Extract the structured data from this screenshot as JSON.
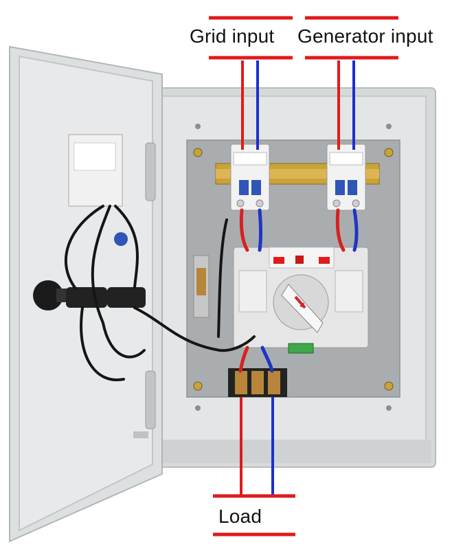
{
  "labels": {
    "grid_input": "Grid input",
    "generator_input": "Generator input",
    "load": "Load"
  },
  "colors": {
    "line_wire": "#e01b1b",
    "neutral_wire": "#1a2fd1",
    "label_bar": "#e01b1b",
    "enclosure": "#d9dcdd",
    "mounting_plate": "#a9adaf",
    "breaker_body": "#f2f2f2",
    "breaker_toggle": "#2f55b8",
    "ats_body": "#e6e6e6",
    "terminal_brass": "#b8863a",
    "din_rail": "#c9a33a"
  },
  "icons": {
    "selector_knob": "ats-selector-knob",
    "breakers": "miniature-circuit-breaker"
  }
}
